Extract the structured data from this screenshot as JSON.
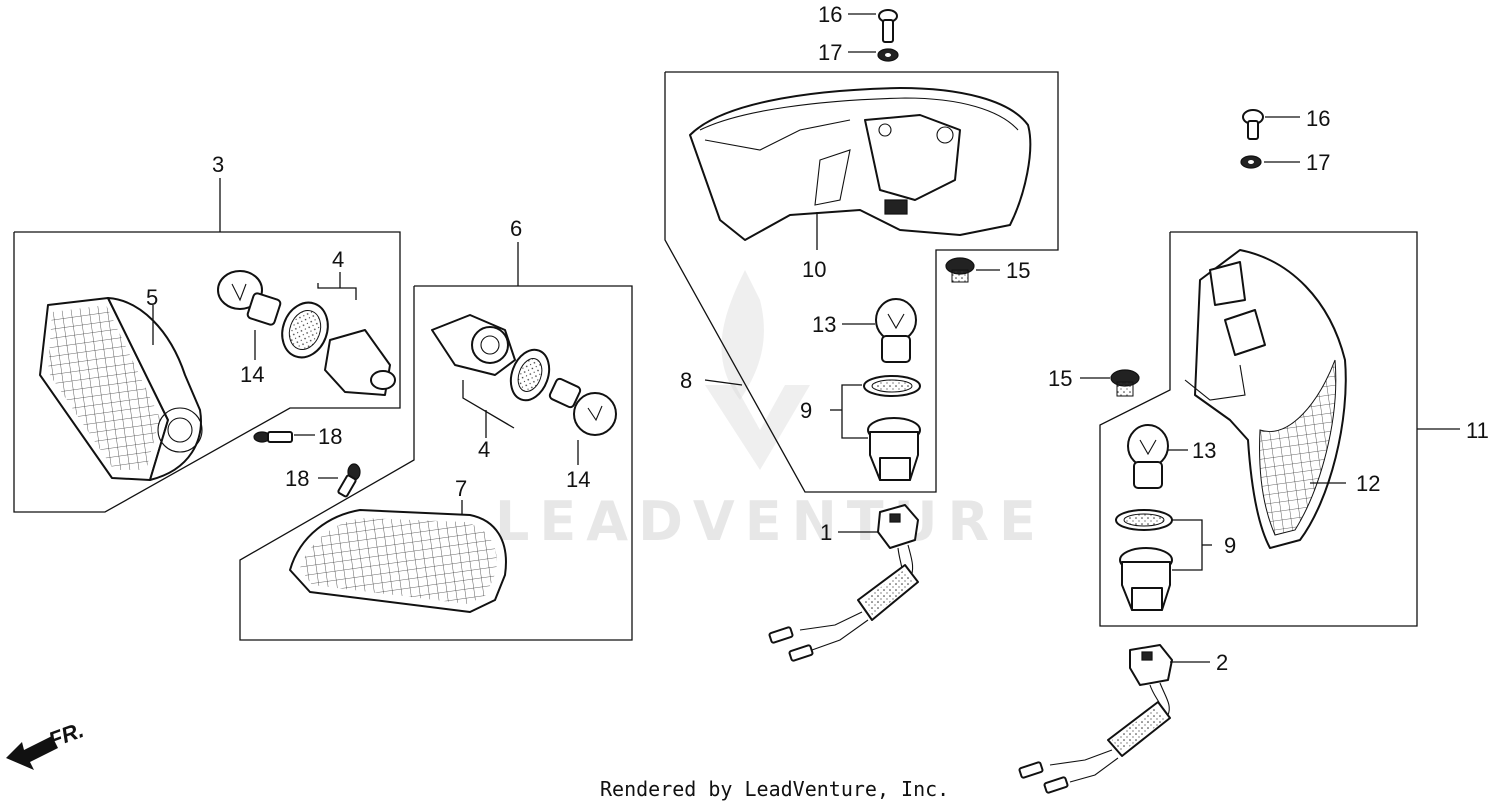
{
  "labels": {
    "l1": "1",
    "l2": "2",
    "l3": "3",
    "l4a": "4",
    "l4b": "4",
    "l5": "5",
    "l6": "6",
    "l7": "7",
    "l8": "8",
    "l9a": "9",
    "l9b": "9",
    "l10": "10",
    "l11": "11",
    "l12": "12",
    "l13a": "13",
    "l13b": "13",
    "l14a": "14",
    "l14b": "14",
    "l15a": "15",
    "l15b": "15",
    "l16a": "16",
    "l16b": "16",
    "l17a": "17",
    "l17b": "17",
    "l18a": "18",
    "l18b": "18"
  },
  "direction_marker": "FR.",
  "watermark": "LEADVENTURE",
  "footer": "Rendered by LeadVenture, Inc."
}
